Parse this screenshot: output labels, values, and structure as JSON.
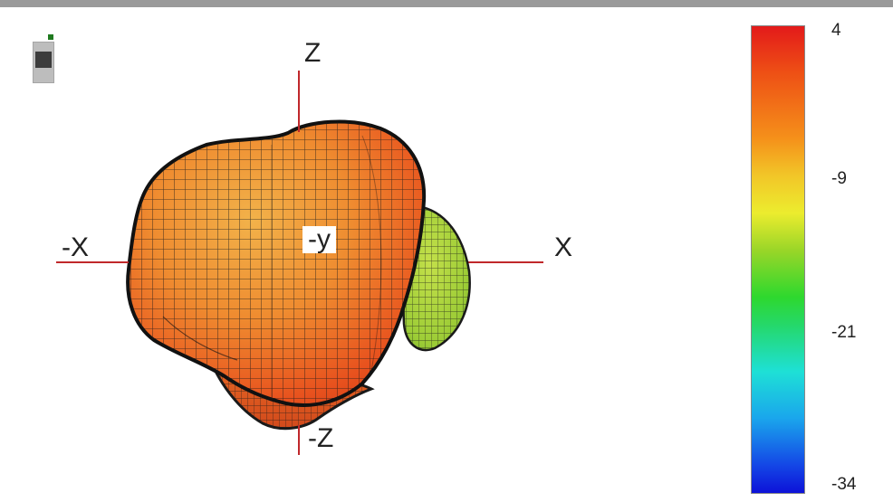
{
  "axes": {
    "z_label": "Z",
    "neg_x_label": "-X",
    "x_label": "X",
    "neg_y_label": "-y",
    "neg_z_label": "-Z"
  },
  "colorbar": {
    "ticks": [
      "4",
      "-9",
      "-21",
      "-34"
    ],
    "colors": [
      "#e31a1a",
      "#ee5015",
      "#f5901a",
      "#ecec2e",
      "#2ed82e",
      "#1ee0d6",
      "#1aa6ec",
      "#0d12d8"
    ]
  },
  "colors": {
    "axis_line": "#c0282b",
    "mesh_line": "#1a1a1a",
    "pattern_main": "#f0a030",
    "pattern_side": "#a8d83a"
  },
  "icons": {
    "orientation_widget": "device-orientation-icon"
  }
}
